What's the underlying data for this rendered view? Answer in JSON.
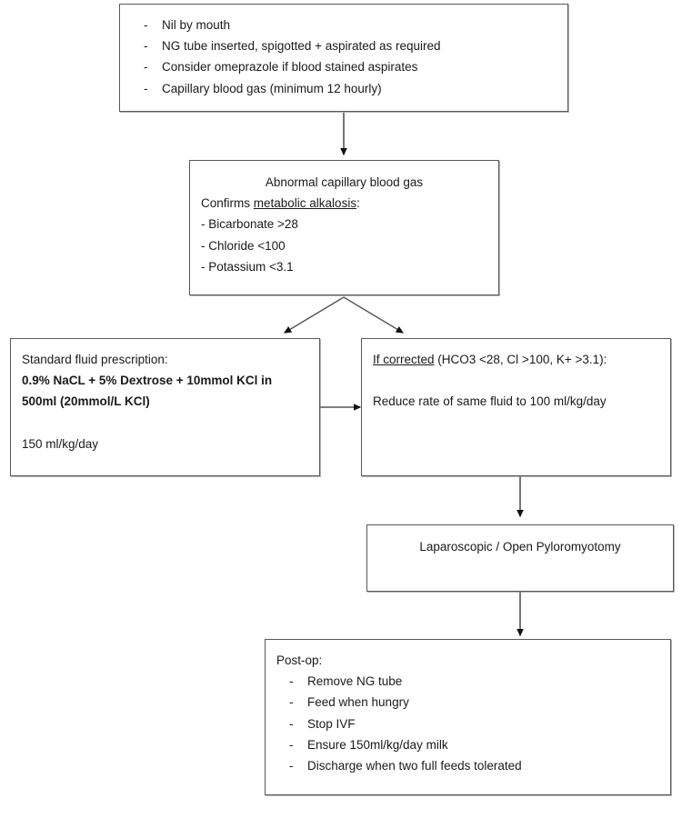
{
  "diagram": {
    "title": "Infantile hypertrophic pyloric stenosis management flowchart",
    "line_color": "#595959",
    "text_color": "#1a1a1a",
    "background": "#ffffff"
  },
  "nodes": {
    "initial_management": {
      "name": "initial-management-box",
      "items": [
        "Nil by mouth",
        "NG tube inserted, spigotted + aspirated as required",
        "Consider omeprazole if blood stained aspirates",
        "Capillary blood gas (minimum 12 hourly)"
      ],
      "bullet": "-"
    },
    "blood_gas": {
      "name": "abnormal-blood-gas-box",
      "heading": "Abnormal capillary blood gas",
      "confirms_prefix": "Confirms ",
      "confirms_underlined": "metabolic alkalosis",
      "confirms_suffix": ":",
      "criteria": [
        "- Bicarbonate >28",
        "- Chloride <100",
        "- Potassium <3.1"
      ]
    },
    "standard_fluid": {
      "name": "standard-fluid-prescription-box",
      "heading": "Standard fluid prescription:",
      "prescription_line_1": "0.9% NaCL + 5% Dextrose + 10mmol KCl in",
      "prescription_line_2": "500ml (20mmol/L KCl)",
      "rate": "150 ml/kg/day"
    },
    "if_corrected": {
      "name": "if-corrected-box",
      "condition_underlined": "If corrected",
      "condition_rest": " (HCO3 <28, Cl >100, K+ >3.1):",
      "action": "Reduce rate of same fluid to 100 ml/kg/day"
    },
    "pyloromyotomy": {
      "name": "pyloromyotomy-box",
      "label": "Laparoscopic / Open Pyloromyotomy"
    },
    "post_op": {
      "name": "post-op-box",
      "heading": "Post-op:",
      "bullet": "-",
      "items": [
        "Remove NG tube",
        "Feed when hungry",
        "Stop IVF",
        "Ensure 150ml/kg/day milk",
        "Discharge when two full feeds tolerated"
      ]
    }
  },
  "connectors": [
    {
      "name": "arrow-initial-to-bloodgas",
      "type": "vertical-arrow"
    },
    {
      "name": "arrow-bloodgas-to-standard-fluid",
      "type": "diagonal-arrow-left"
    },
    {
      "name": "arrow-bloodgas-to-if-corrected",
      "type": "diagonal-arrow-right"
    },
    {
      "name": "arrow-standard-fluid-to-if-corrected",
      "type": "horizontal-arrow"
    },
    {
      "name": "arrow-if-corrected-to-pyloromyotomy",
      "type": "vertical-arrow"
    },
    {
      "name": "arrow-pyloromyotomy-to-post-op",
      "type": "vertical-arrow"
    }
  ]
}
